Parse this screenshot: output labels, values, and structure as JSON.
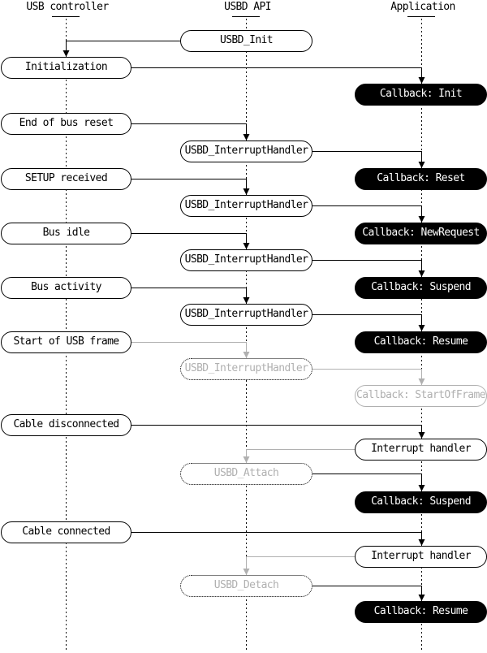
{
  "lanes": [
    {
      "label": "USB controller"
    },
    {
      "label": "USBD API"
    },
    {
      "label": "Application"
    }
  ],
  "nodes": [
    {
      "label": "USBD_Init",
      "lane": "USBD API",
      "style": "plain"
    },
    {
      "label": "Initialization",
      "lane": "USB controller",
      "style": "plain"
    },
    {
      "label": "Callback: Init",
      "lane": "Application",
      "style": "filled"
    },
    {
      "label": "End of bus reset",
      "lane": "USB controller",
      "style": "plain"
    },
    {
      "label": "USBD_InterruptHandler",
      "lane": "USBD API",
      "style": "plain"
    },
    {
      "label": "SETUP received",
      "lane": "USB controller",
      "style": "plain"
    },
    {
      "label": "Callback: Reset",
      "lane": "Application",
      "style": "filled"
    },
    {
      "label": "USBD_InterruptHandler",
      "lane": "USBD API",
      "style": "plain"
    },
    {
      "label": "Bus idle",
      "lane": "USB controller",
      "style": "plain"
    },
    {
      "label": "Callback: NewRequest",
      "lane": "Application",
      "style": "filled"
    },
    {
      "label": "USBD_InterruptHandler",
      "lane": "USBD API",
      "style": "plain"
    },
    {
      "label": "Bus activity",
      "lane": "USB controller",
      "style": "plain"
    },
    {
      "label": "Callback: Suspend",
      "lane": "Application",
      "style": "filled"
    },
    {
      "label": "USBD_InterruptHandler",
      "lane": "USBD API",
      "style": "plain"
    },
    {
      "label": "Start of USB frame",
      "lane": "USB controller",
      "style": "plain"
    },
    {
      "label": "Callback: Resume",
      "lane": "Application",
      "style": "filled"
    },
    {
      "label": "USBD_InterruptHandler",
      "lane": "USBD API",
      "style": "ghost-dotted"
    },
    {
      "label": "Callback: StartOfFrame",
      "lane": "Application",
      "style": "ghost-outline"
    },
    {
      "label": "Cable disconnected",
      "lane": "USB controller",
      "style": "plain"
    },
    {
      "label": "Interrupt handler",
      "lane": "Application",
      "style": "plain"
    },
    {
      "label": "USBD_Attach",
      "lane": "USBD API",
      "style": "ghost-dotted"
    },
    {
      "label": "Callback: Suspend",
      "lane": "Application",
      "style": "filled"
    },
    {
      "label": "Cable connected",
      "lane": "USB controller",
      "style": "plain"
    },
    {
      "label": "Interrupt handler",
      "lane": "Application",
      "style": "plain"
    },
    {
      "label": "USBD_Detach",
      "lane": "USBD API",
      "style": "ghost-dotted"
    },
    {
      "label": "Callback: Resume",
      "lane": "Application",
      "style": "filled"
    }
  ],
  "colors": {
    "wire_black": "#000000",
    "wire_gray": "#b0b0b0",
    "node_background": "#ffffff",
    "filled_node_background": "#000000",
    "filled_node_text": "#ffffff",
    "ghost_text": "#b0b0b0"
  }
}
